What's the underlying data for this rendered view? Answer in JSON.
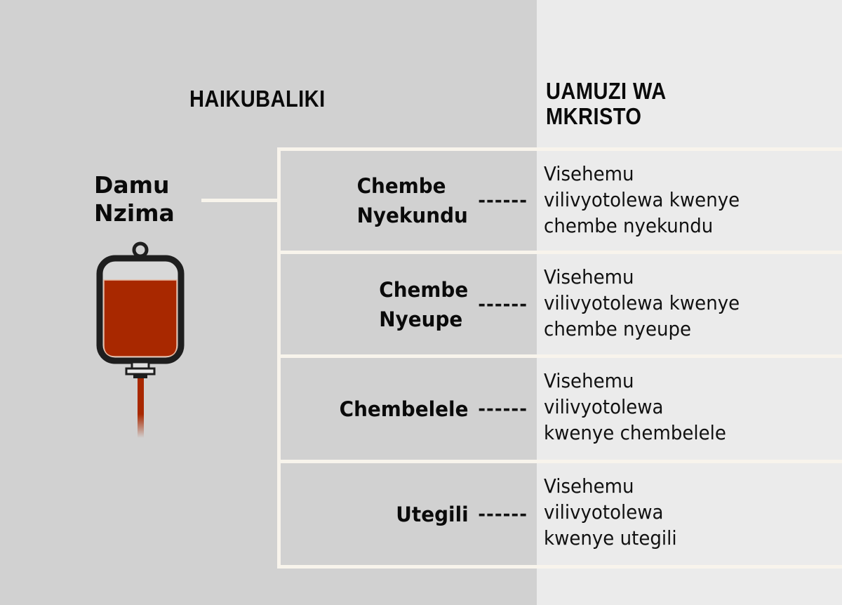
{
  "headers": {
    "left": "HAIKUBALIKI",
    "right": "UAMUZI WA MKRISTO"
  },
  "whole_blood": {
    "label_line1": "Damu",
    "label_line2": "Nzima",
    "icon": "blood-bag-icon"
  },
  "components": [
    {
      "name_lines": [
        "Chembe",
        "Nyekundu"
      ],
      "connector": "------",
      "fraction_lines": [
        "Visehemu",
        "vilivyotolewa kwenye",
        "chembe nyekundu"
      ]
    },
    {
      "name_lines": [
        "Chembe",
        "Nyeupe"
      ],
      "connector": "------",
      "fraction_lines": [
        "Visehemu",
        "vilivyotolewa kwenye",
        "chembe nyeupe"
      ]
    },
    {
      "name_lines": [
        "Chembelele"
      ],
      "connector": "------",
      "fraction_lines": [
        "Visehemu",
        "vilivyotolewa",
        "kwenye chembelele"
      ]
    },
    {
      "name_lines": [
        "Utegili"
      ],
      "connector": "------",
      "fraction_lines": [
        "Visehemu",
        "vilivyotolewa",
        "kwenye utegili"
      ]
    }
  ],
  "colors": {
    "left_bg": "#d1d1d1",
    "right_bg": "#ebebeb",
    "frame_line": "#f8f4ec",
    "blood": "#a82800",
    "bag_outline": "#1e1e1e"
  }
}
